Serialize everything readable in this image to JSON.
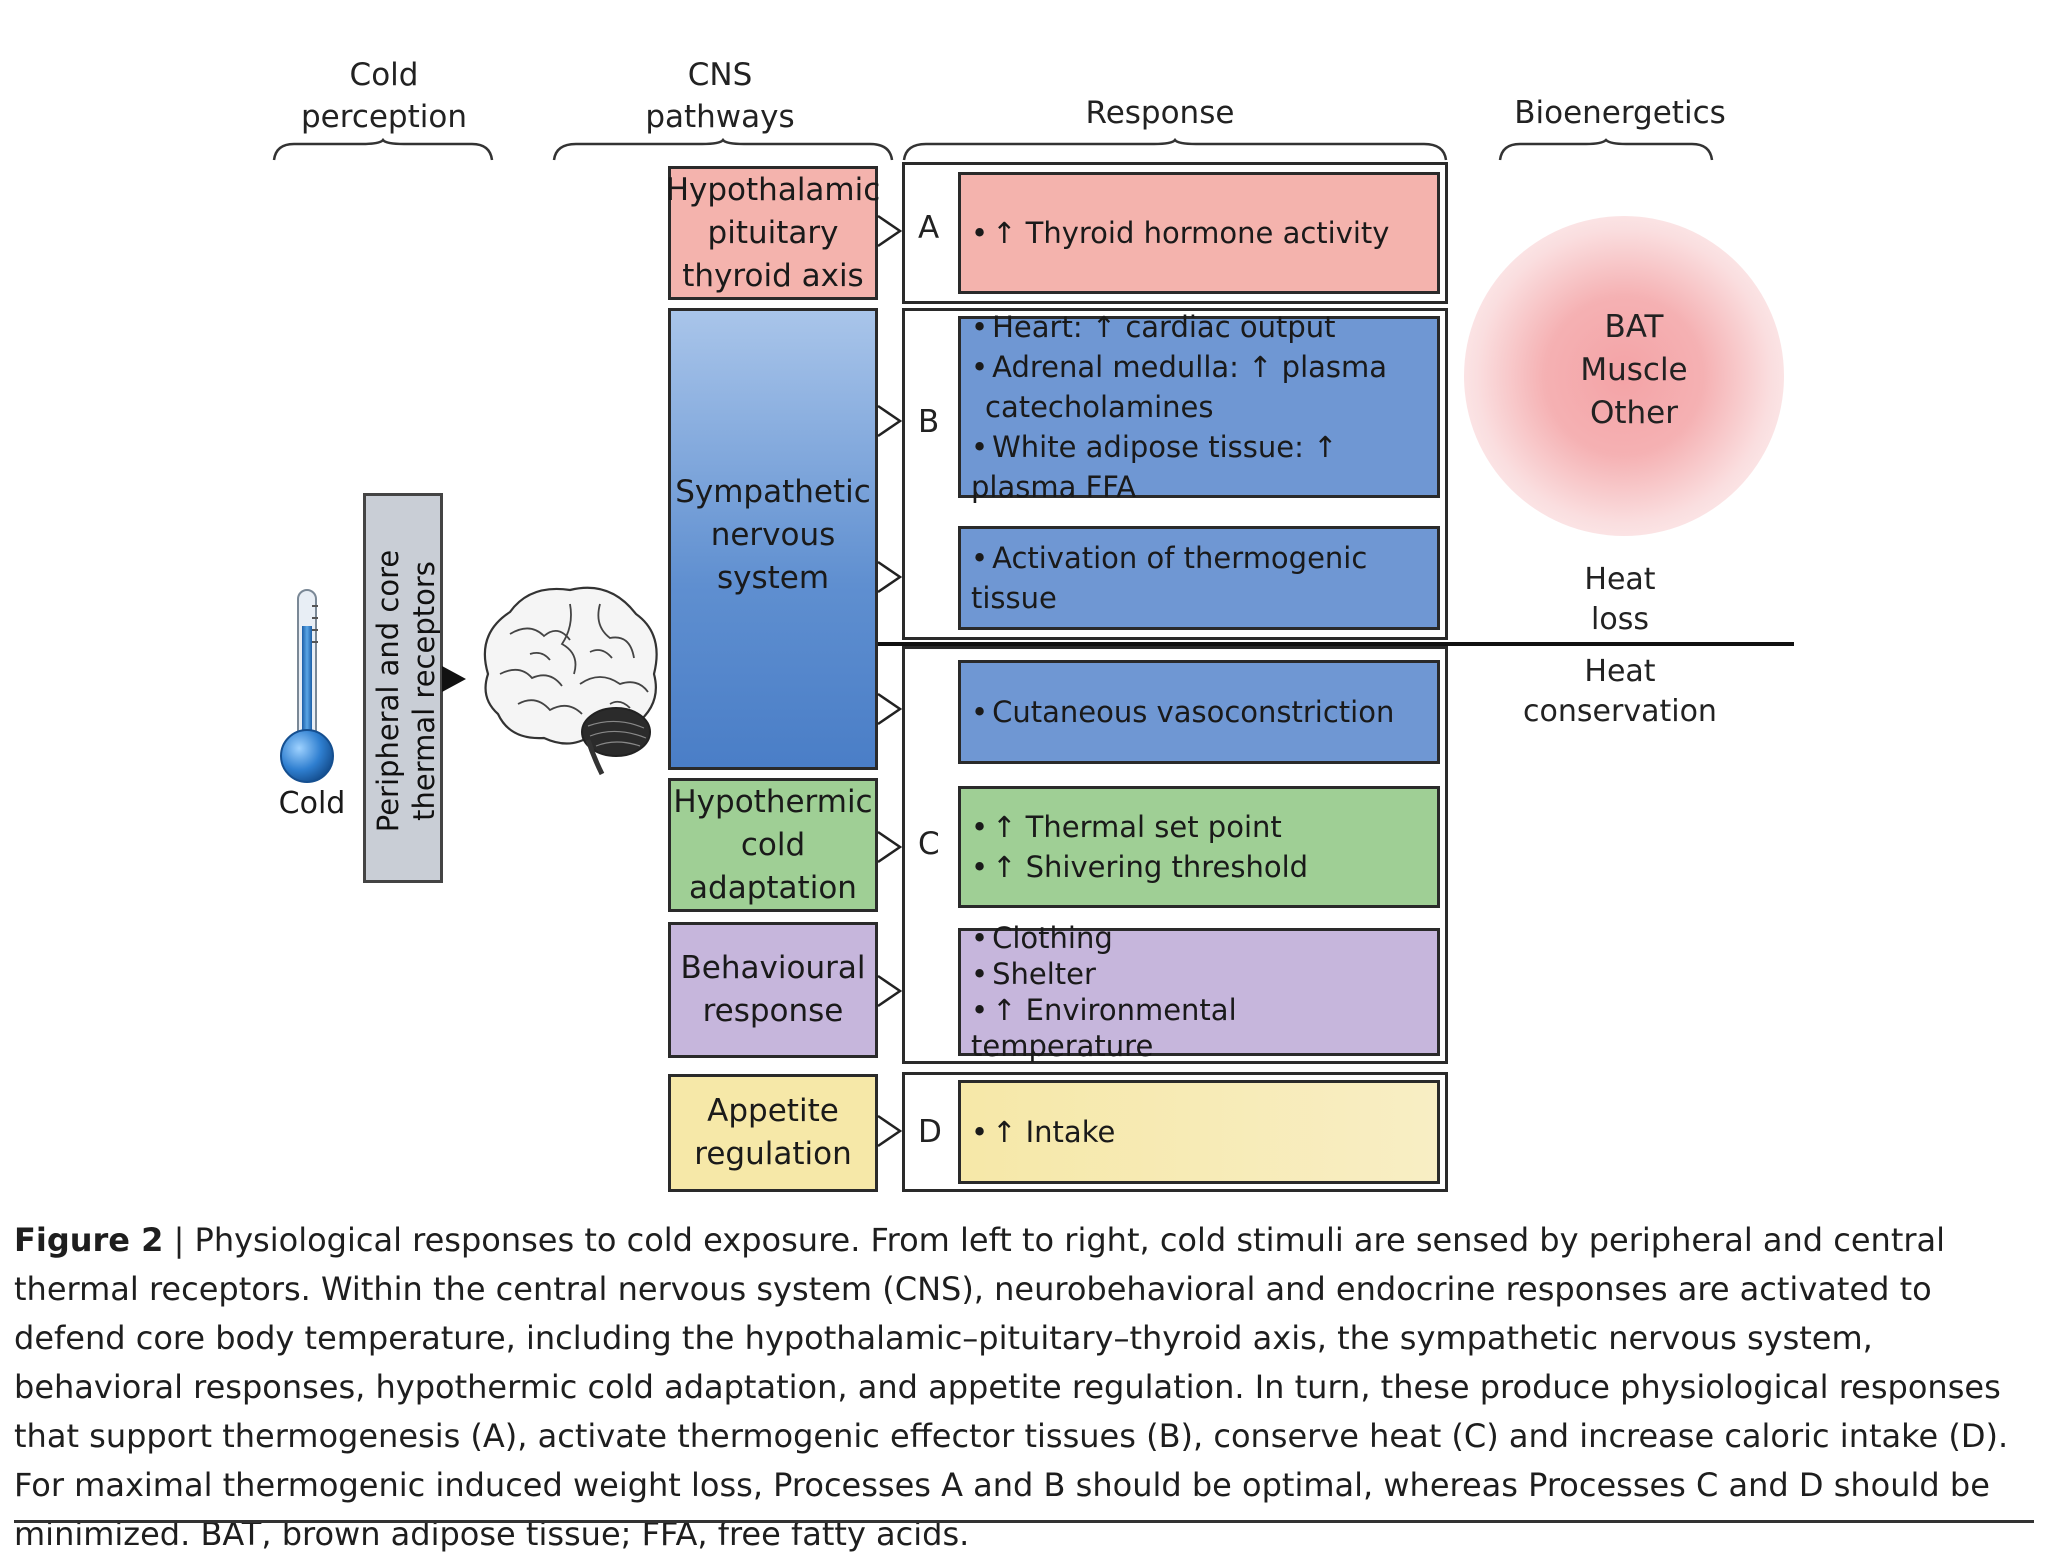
{
  "headers": {
    "cold_perception": [
      "Cold",
      "perception"
    ],
    "cns_pathways": [
      "CNS",
      "pathways"
    ],
    "response": "Response",
    "bioenergetics": "Bioenergetics"
  },
  "receptors": {
    "label": [
      "Peripheral and core",
      "thermal receptors"
    ],
    "cold": "Cold"
  },
  "cns": {
    "hpt": [
      "Hypothalamic",
      "pituitary",
      "thyroid axis"
    ],
    "sns": [
      "Sympathetic",
      "nervous system"
    ],
    "hca": [
      "Hypothermic",
      "cold",
      "adaptation"
    ],
    "beh": [
      "Behavioural",
      "response"
    ],
    "app": [
      "Appetite",
      "regulation"
    ]
  },
  "letters": {
    "a": "A",
    "b": "B",
    "c": "C",
    "d": "D"
  },
  "responses": {
    "thyroid": "↑ Thyroid hormone activity",
    "b1": {
      "heart": "Heart: ↑ cardiac output",
      "adrenal": "Adrenal medulla: ↑ plasma",
      "adrenal_cont": "catecholamines",
      "wat": "White adipose tissue: ↑ plasma FFA"
    },
    "thermo": "Activation of thermogenic tissue",
    "vaso": "Cutaneous vasoconstriction",
    "c_green": {
      "setpoint": "↑ Thermal set point",
      "shiver": "↑ Shivering threshold"
    },
    "c_purple": {
      "clothing": "Clothing",
      "shelter": "Shelter",
      "env": "↑ Environmental temperature"
    },
    "intake": "↑ Intake"
  },
  "bioenergetics": {
    "bat": "BAT",
    "muscle": "Muscle",
    "other": "Other"
  },
  "heat": {
    "loss": [
      "Heat",
      "loss"
    ],
    "conservation": [
      "Heat",
      "conservation"
    ]
  },
  "caption": {
    "figure": "Figure 2",
    "text": " | Physiological responses to cold exposure. From left to right, cold stimuli are sensed by peripheral and central thermal receptors. Within the central nervous system (CNS), neurobehavioral and endocrine responses are activated to defend core body temperature, including the hypothalamic–pituitary–thyroid axis, the sympathetic nervous system, behavioral responses, hypothermic cold adaptation, and appetite regulation. In turn, these produce physiological responses that support thermogenesis (A), activate thermogenic effector tissues (B), conserve heat (C) and increase caloric intake (D). For maximal thermogenic induced weight loss, Processes A and B should be optimal, whereas Processes C and D should be minimized. BAT, brown adipose tissue; FFA, free fatty acids."
  },
  "colors": {
    "red": "#f4b3ad",
    "blue": "#6f97d3",
    "green": "#9fcf95",
    "purple": "#c6b6dc",
    "yellow": "#f6e8a8"
  }
}
